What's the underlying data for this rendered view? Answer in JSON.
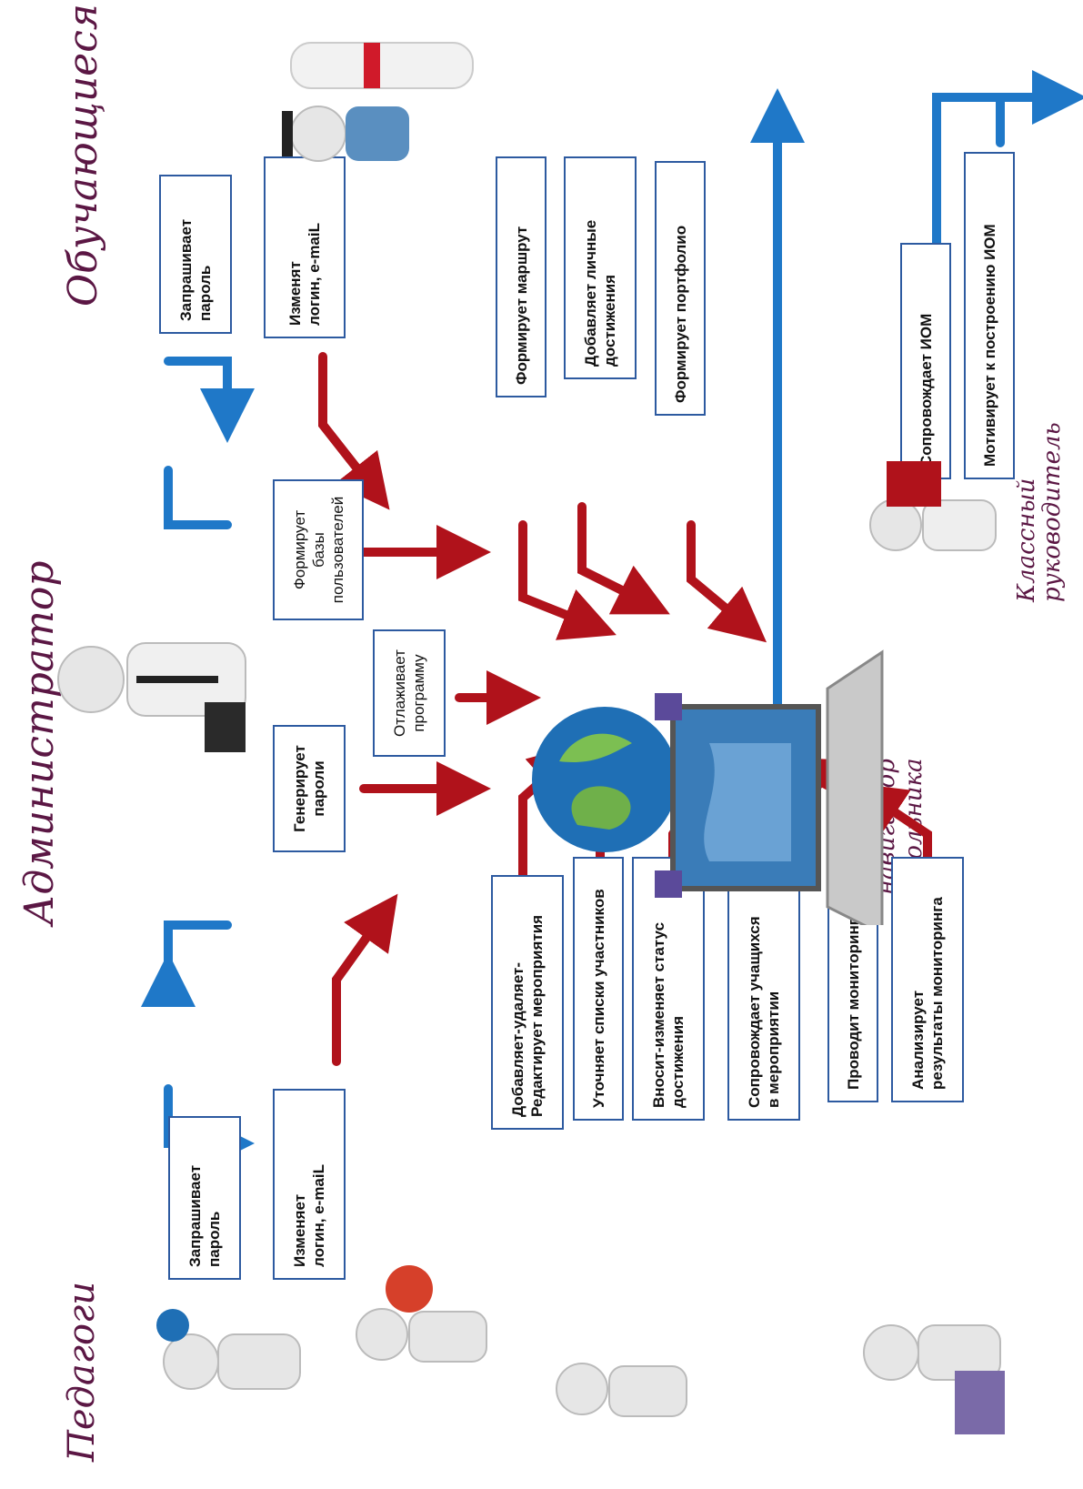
{
  "roles": {
    "teachers": "Педагоги",
    "admin": "Администратор",
    "students": "Обучающиеся",
    "navigator": "Образовательный\nнавигатор\nшкольника",
    "class_teacher": "Классный\nруководитель"
  },
  "teacher_boxes": {
    "request_password": "Запрашивает\nпароль",
    "change_login": "Изменяет\nлогин, e-maiL",
    "add_event": "Добавляет-удаляет-\nРедактирует мероприятия",
    "clarify_lists": "Уточняет списки участников",
    "enter_status": "Вносит-изменяет статус\nдостижения",
    "accompany_students": "Сопровождает учащихся\nв мероприятии",
    "monitoring": "Проводит мониторинги",
    "analyze": "Анализирует\nрезультаты  мониторинга"
  },
  "admin_boxes": {
    "generate_passwords": "Генерирует\nпароли",
    "debug_program": "Отлаживает\nпрограмму",
    "user_bases": "Формирует\nбазы\nпользователей"
  },
  "student_boxes": {
    "request_password": "Запрашивает\nпароль",
    "change_login": "Изменят\nлогин, e-maiL",
    "route": "Формирует маршрут",
    "achievements": "Добавляет личные\nдостижения",
    "portfolio": "Формирует портфолио"
  },
  "class_teacher_boxes": {
    "iom": "Сопровождает  ИОМ",
    "motivate": "Мотивирует к построению ИОМ"
  },
  "colors": {
    "role_text": "#5b1744",
    "box_border": "#2d5aa0",
    "arrow_red": "#b0121b",
    "arrow_blue": "#1f78c8"
  },
  "icons": [
    "teacher-figures",
    "admin-figure",
    "graduate-figure",
    "globe-icon",
    "laptop-icon",
    "class-teacher-figure"
  ]
}
